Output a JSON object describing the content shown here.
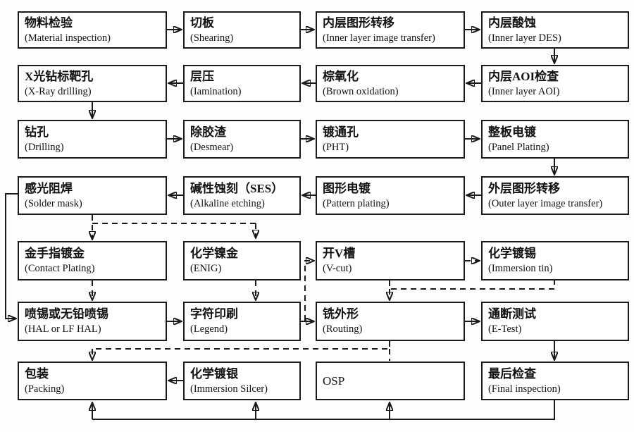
{
  "colors": {
    "line": "#1a1a1a",
    "bg": "#fdfdfd",
    "boxfill": "#ffffff",
    "text": "#111111"
  },
  "nodes": {
    "material_inspection": {
      "zh": "物料检验",
      "en": "(Material inspection)"
    },
    "shearing": {
      "zh": "切板",
      "en": "(Shearing)"
    },
    "inner_image_transfer": {
      "zh": "内层图形转移",
      "en": "(Inner layer image transfer)"
    },
    "inner_des": {
      "zh": "内层酸蚀",
      "en": "(Inner layer DES)"
    },
    "xray_drilling": {
      "zh": "X光钻标靶孔",
      "en": "(X-Ray drilling)"
    },
    "lamination": {
      "zh": "层压",
      "en": "(Iamination)"
    },
    "brown_oxidation": {
      "zh": "棕氧化",
      "en": "(Brown oxidation)"
    },
    "inner_aoi": {
      "zh": "内层AOI检查",
      "en": "(Inner layer AOI)"
    },
    "drilling": {
      "zh": "钻孔",
      "en": "(Drilling)"
    },
    "desmear": {
      "zh": "除胶渣",
      "en": "(Desmear)"
    },
    "pht": {
      "zh": "镀通孔",
      "en": "(PHT)"
    },
    "panel_plating": {
      "zh": "整板电镀",
      "en": "(Panel Plating)"
    },
    "solder_mask": {
      "zh": "感光阻焊",
      "en": "(Solder mask)"
    },
    "alkaline_etching": {
      "zh": "碱性蚀刻（SES）",
      "en": "(Alkaline etching)"
    },
    "pattern_plating": {
      "zh": "图形电镀",
      "en": "(Pattern plating)"
    },
    "outer_image_transfer": {
      "zh": "外层图形转移",
      "en": "(Outer layer image transfer)"
    },
    "contact_plating": {
      "zh": "金手指镀金",
      "en": "(Contact Plating)"
    },
    "enig": {
      "zh": "化学镍金",
      "en": "(ENIG)"
    },
    "v_cut": {
      "zh": "开V槽",
      "en": "(V-cut)"
    },
    "immersion_tin": {
      "zh": "化学镀锡",
      "en": "(Immersion tin)"
    },
    "hal": {
      "zh": "喷锡或无铅喷锡",
      "en": "(HAL or LF HAL)"
    },
    "legend": {
      "zh": "字符印刷",
      "en": "(Legend)"
    },
    "routing": {
      "zh": "铣外形",
      "en": "(Routing)"
    },
    "e_test": {
      "zh": "通断测试",
      "en": "(E-Test)"
    },
    "packing": {
      "zh": "包装",
      "en": "(Packing)"
    },
    "immersion_silver": {
      "zh": "化学镀银",
      "en": "(Immersion Silcer)"
    },
    "osp": {
      "label": "OSP"
    },
    "final_inspection": {
      "zh": "最后检查",
      "en": "(Final inspection)"
    }
  }
}
